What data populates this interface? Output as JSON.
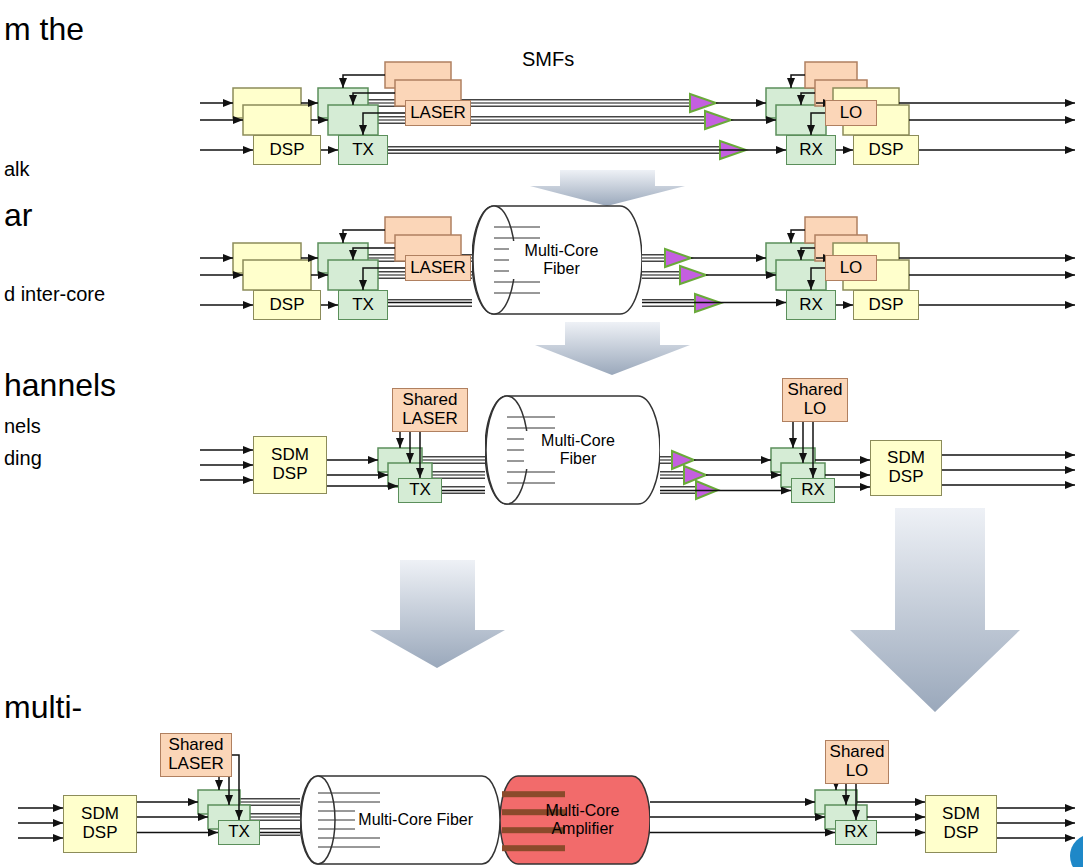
{
  "diagram": {
    "nodes": [
      {
        "text": [
          "DSP"
        ]
      },
      {
        "text": [
          "TX"
        ]
      },
      {
        "text": [
          "LASER"
        ]
      },
      {
        "text": [
          "RX"
        ]
      },
      {
        "text": [
          "LO"
        ]
      },
      {
        "text": [
          "DSP"
        ]
      },
      {
        "text": [
          "DSP"
        ]
      },
      {
        "text": [
          "TX"
        ]
      },
      {
        "text": [
          "LASER"
        ]
      },
      {
        "text": [
          "Multi-Core Fiber"
        ]
      },
      {
        "text": [
          "RX"
        ]
      },
      {
        "text": [
          "LO"
        ]
      },
      {
        "text": [
          "DSP"
        ]
      },
      {
        "text": [
          "SDM DSP"
        ]
      },
      {
        "text": [
          "Shared LASER"
        ]
      },
      {
        "text": [
          "TX"
        ]
      },
      {
        "text": [
          "Multi-Core Fiber"
        ]
      },
      {
        "text": [
          "RX"
        ]
      },
      {
        "text": [
          "Shared LO"
        ]
      },
      {
        "text": [
          "SDM DSP"
        ]
      },
      {
        "text": [
          "SDM DSP"
        ]
      },
      {
        "text": [
          "Shared LASER"
        ]
      },
      {
        "text": [
          "TX"
        ]
      },
      {
        "text": [
          "Multi-Core Fiber"
        ]
      },
      {
        "text": [
          "Multi-Core Amplifier"
        ]
      },
      {
        "text": [
          "RX"
        ]
      },
      {
        "text": [
          "Shared LO"
        ]
      },
      {
        "text": [
          "SDM DSP"
        ]
      }
    ],
    "edges": [
      {
        "from": 0,
        "to": 1,
        "arrow": "to"
      },
      {
        "from": 2,
        "to": 1,
        "arrow": "to"
      },
      {
        "from": 1,
        "to": 3,
        "arrow": "to"
      },
      {
        "from": 4,
        "to": 3,
        "arrow": "to"
      },
      {
        "from": 3,
        "to": 5,
        "arrow": "to"
      },
      {
        "from": 6,
        "to": 7,
        "arrow": "to"
      },
      {
        "from": 8,
        "to": 7,
        "arrow": "to"
      },
      {
        "from": 7,
        "to": 9,
        "arrow": "none"
      },
      {
        "from": 9,
        "to": 10,
        "arrow": "to"
      },
      {
        "from": 11,
        "to": 10,
        "arrow": "to"
      },
      {
        "from": 10,
        "to": 12,
        "arrow": "to"
      },
      {
        "from": 13,
        "to": 15,
        "arrow": "to"
      },
      {
        "from": 14,
        "to": 15,
        "arrow": "to"
      },
      {
        "from": 15,
        "to": 16,
        "arrow": "none"
      },
      {
        "from": 16,
        "to": 17,
        "arrow": "to"
      },
      {
        "from": 18,
        "to": 17,
        "arrow": "to"
      },
      {
        "from": 17,
        "to": 19,
        "arrow": "to"
      },
      {
        "from": 20,
        "to": 22,
        "arrow": "to"
      },
      {
        "from": 21,
        "to": 22,
        "arrow": "to"
      },
      {
        "from": 22,
        "to": 23,
        "arrow": "none"
      },
      {
        "from": 24,
        "to": 25,
        "arrow": "to"
      },
      {
        "from": 26,
        "to": 25,
        "arrow": "to"
      },
      {
        "from": 25,
        "to": 27,
        "arrow": "to"
      }
    ],
    "labels": [
      "m the",
      "alk",
      "ar",
      "d inter-core",
      "hannels",
      "nels",
      "ding",
      "multi-",
      "SMFs"
    ]
  }
}
